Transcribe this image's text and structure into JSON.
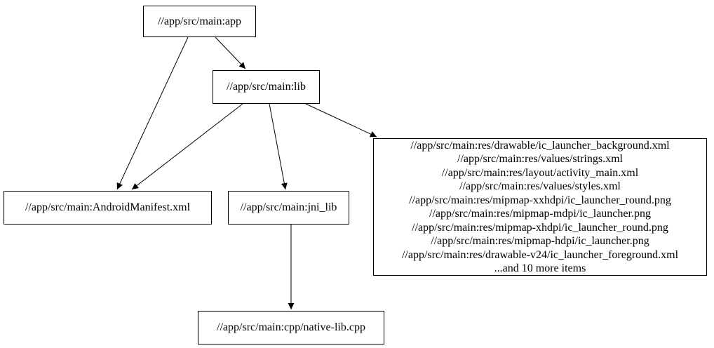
{
  "graph": {
    "type": "dependency-graph",
    "colors": {
      "background": "#ffffff",
      "node_border": "#000000",
      "edge": "#000000",
      "text": "#000000"
    },
    "nodes": {
      "app": {
        "label": "//app/src/main:app"
      },
      "lib": {
        "label": "//app/src/main:lib"
      },
      "manifest": {
        "label": "//app/src/main:AndroidManifest.xml"
      },
      "jni_lib": {
        "label": "//app/src/main:jni_lib"
      },
      "resources": {
        "lines": [
          "//app/src/main:res/drawable/ic_launcher_background.xml",
          "//app/src/main:res/values/strings.xml",
          "//app/src/main:res/layout/activity_main.xml",
          "//app/src/main:res/values/styles.xml",
          "//app/src/main:res/mipmap-xxhdpi/ic_launcher_round.png",
          "//app/src/main:res/mipmap-mdpi/ic_launcher.png",
          "//app/src/main:res/mipmap-xhdpi/ic_launcher_round.png",
          "//app/src/main:res/mipmap-hdpi/ic_launcher.png",
          "//app/src/main:res/drawable-v24/ic_launcher_foreground.xml",
          "...and 10 more items"
        ]
      },
      "native_lib": {
        "label": "//app/src/main:cpp/native-lib.cpp"
      }
    },
    "edges": [
      {
        "from": "//app/src/main:app",
        "to": "//app/src/main:lib"
      },
      {
        "from": "//app/src/main:app",
        "to": "//app/src/main:AndroidManifest.xml"
      },
      {
        "from": "//app/src/main:lib",
        "to": "//app/src/main:AndroidManifest.xml"
      },
      {
        "from": "//app/src/main:lib",
        "to": "//app/src/main:jni_lib"
      },
      {
        "from": "//app/src/main:lib",
        "to": "resources-file-group"
      },
      {
        "from": "//app/src/main:jni_lib",
        "to": "//app/src/main:cpp/native-lib.cpp"
      }
    ]
  }
}
